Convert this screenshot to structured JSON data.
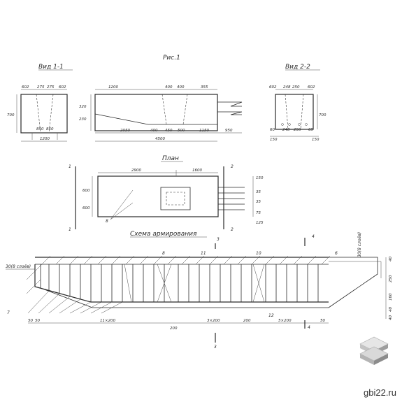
{
  "drawing": {
    "figure_title": "Рис.1",
    "view_1_title": "Вид 1-1",
    "view_2_title": "Вид 2-2",
    "plan_title": "План",
    "scheme_title": "Схема армирования"
  },
  "view1": {
    "top_dims": [
      "602",
      "275",
      "275",
      "602"
    ],
    "height": "700",
    "bottom_dims": [
      "850",
      "850"
    ],
    "width": "1200"
  },
  "elevation": {
    "top_dims": [
      "1200",
      "400",
      "400",
      "355"
    ],
    "left_dims": [
      "230",
      "320"
    ],
    "bottom_dims": [
      "2050",
      "400",
      "450",
      "500",
      "1150",
      "950"
    ],
    "overall": "4500"
  },
  "view2": {
    "top_dims": [
      "602",
      "248",
      "250",
      "602"
    ],
    "height": "700",
    "bottom_dims": [
      "60",
      "248",
      "250",
      "65"
    ],
    "edge_dims": [
      "150",
      "150"
    ]
  },
  "plan": {
    "top_dims": [
      "2900",
      "1600"
    ],
    "left_dims": [
      "600",
      "600"
    ],
    "right_dims": [
      "150",
      "35",
      "35",
      "75",
      "125"
    ],
    "section_marks": [
      "1",
      "1",
      "2",
      "2"
    ],
    "item_mark": "8"
  },
  "scheme": {
    "section_marks": [
      "3",
      "3",
      "4",
      "4"
    ],
    "item_marks": [
      "8",
      "11",
      "10",
      "6",
      "7",
      "12"
    ],
    "left_note": "30(8 слоёв)",
    "right_note": "30(8 слоёв)",
    "bottom_dims": [
      "50",
      "50",
      "11×200",
      "200",
      "3×200",
      "200",
      "5×200",
      "50"
    ],
    "right_dims": [
      "40",
      "250",
      "160",
      "40",
      "40"
    ]
  },
  "watermark": "gbi22.ru",
  "logo_icon": "stacked-slabs-icon"
}
